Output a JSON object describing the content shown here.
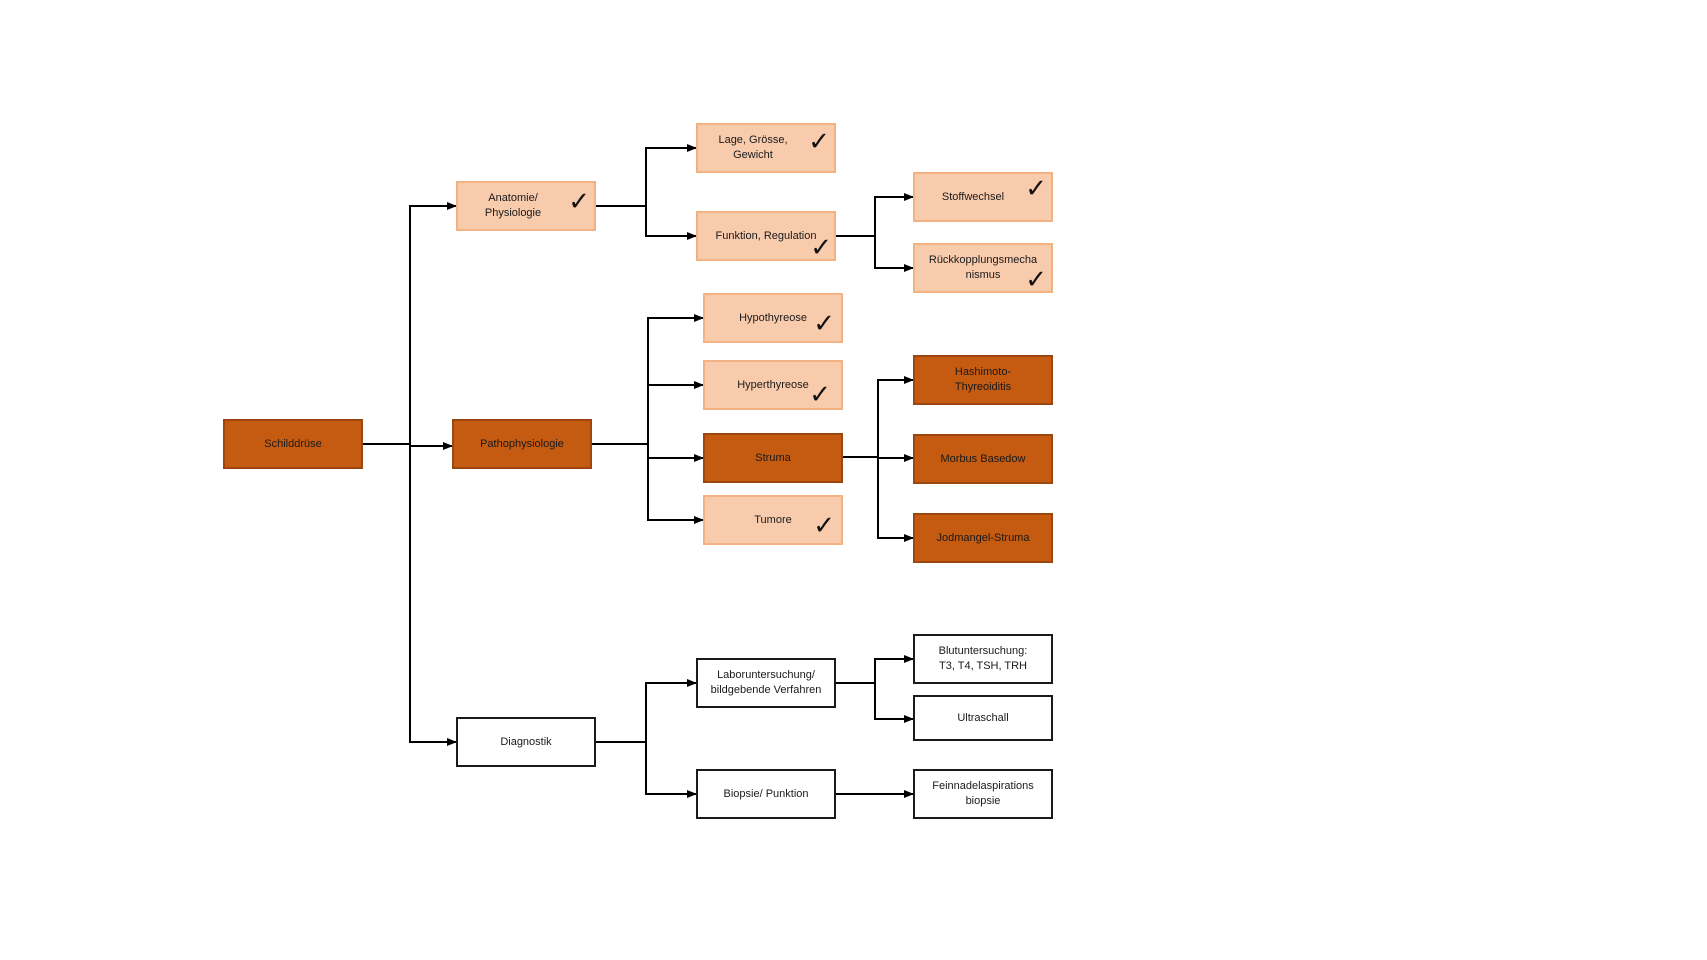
{
  "diagram": {
    "root": {
      "label": "Schilddrüse"
    },
    "anatomie": {
      "label": "Anatomie/ Physiologie",
      "checked": true,
      "children": {
        "lage": {
          "label": "Lage, Grösse, Gewicht",
          "checked": true
        },
        "funktion": {
          "label": "Funktion, Regulation",
          "checked": true,
          "children": {
            "stoffwechsel": {
              "label": "Stoffwechsel",
              "checked": true
            },
            "rueckkopplung": {
              "label": "Rückkopplungsmecha nismus",
              "checked": true
            }
          }
        }
      }
    },
    "patho": {
      "label": "Pathophysiologie",
      "children": {
        "hypo": {
          "label": "Hypothyreose",
          "checked": true
        },
        "hyper": {
          "label": "Hyperthyreose",
          "checked": true
        },
        "struma": {
          "label": "Struma",
          "children": {
            "hashimoto": {
              "label": "Hashimoto-Thyreoiditis"
            },
            "basedow": {
              "label": "Morbus Basedow"
            },
            "jodmangel": {
              "label": "Jodmangel-Struma"
            }
          }
        },
        "tumore": {
          "label": "Tumore",
          "checked": true
        }
      }
    },
    "diagnostik": {
      "label": "Diagnostik",
      "children": {
        "labor": {
          "label": "Laboruntersuchung/ bildgebende Verfahren",
          "children": {
            "blut": {
              "label": "Blutuntersuchung: T3, T4, TSH, TRH"
            },
            "ultraschall": {
              "label": "Ultraschall"
            }
          }
        },
        "biopsie": {
          "label": "Biopsie/ Punktion",
          "children": {
            "feinnadel": {
              "label": "Feinnadelaspirations biopsie"
            }
          }
        }
      }
    },
    "check_glyph": "✓",
    "colors": {
      "dark": "#c55a11",
      "light": "#f8cbad",
      "white": "#ffffff",
      "line": "#000000"
    }
  }
}
